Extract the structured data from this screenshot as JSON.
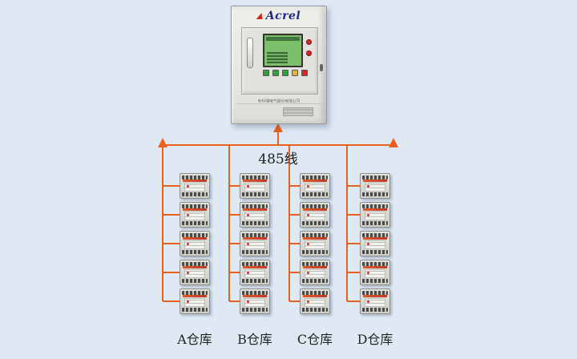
{
  "diagram": {
    "bus_label": "485线",
    "cabinet": {
      "brand": "Acrel",
      "footer_text": "安科瑞电气股份有限公司"
    },
    "warehouses": [
      {
        "label": "A仓库"
      },
      {
        "label": "B仓库"
      },
      {
        "label": "C仓库"
      },
      {
        "label": "D仓库"
      }
    ],
    "meters_per_column": 5
  },
  "colors": {
    "wire": "#e8611c",
    "brand": "#1b2f7e",
    "screen": "#7cc06c",
    "canvas-bg": "#dfe9f4"
  }
}
